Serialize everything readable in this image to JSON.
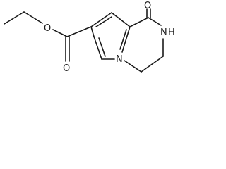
{
  "structure": {
    "atoms": {
      "ester_oxygen": "O",
      "carbonyl_oxygen_ester": "O",
      "ring_nitrogen": "N",
      "amide_oxygen": "O",
      "amide_nitrogen": "N",
      "amide_hydrogen": "H"
    }
  }
}
